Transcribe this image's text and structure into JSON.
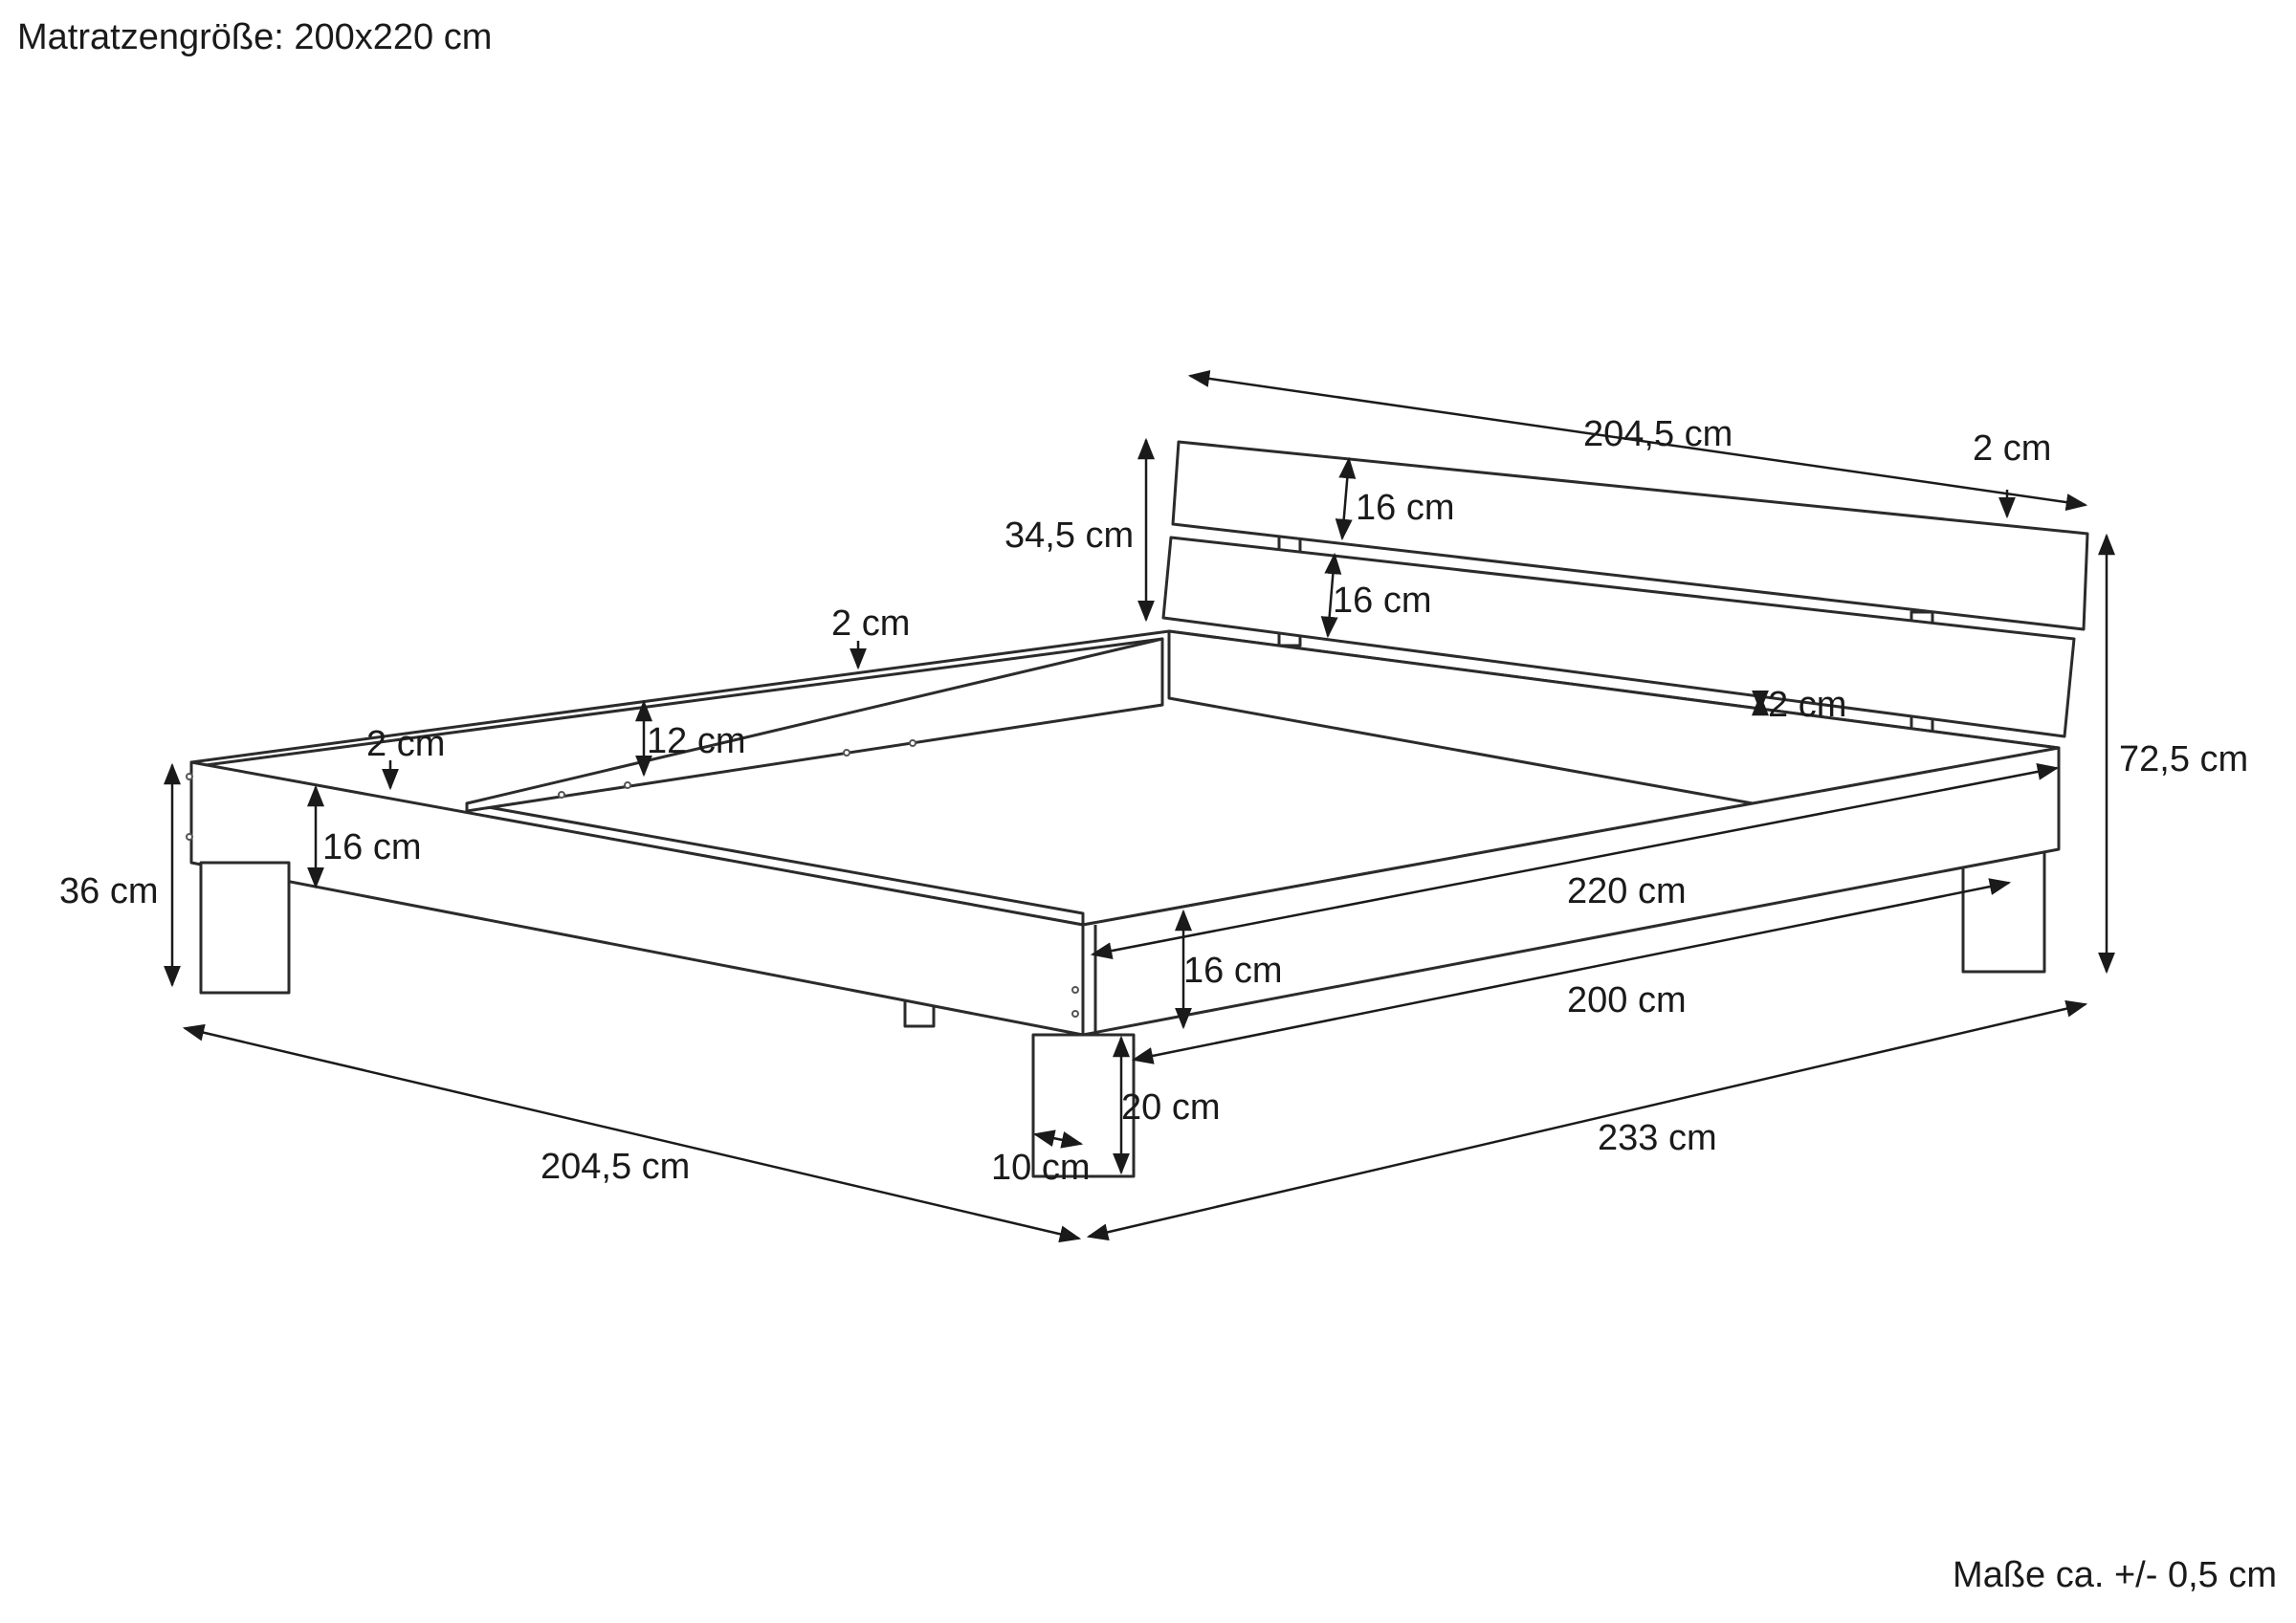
{
  "header": {
    "mattress_size": "Matratzengröße: 200x220 cm"
  },
  "footer": {
    "tolerance_note": "Maße ca. +/- 0,5 cm"
  },
  "dimensions": {
    "headboard_width": "204,5 cm",
    "headboard_thickness": "2 cm",
    "headboard_board1_height": "16 cm",
    "headboard_board2_height": "16 cm",
    "headboard_gap": "2 cm",
    "headboard_height": "34,5 cm",
    "total_height": "72,5 cm",
    "frame_top_thickness": "2 cm",
    "inner_rail_thickness": "2 cm",
    "inner_rail_height": "12 cm",
    "frame_front_height": "16 cm",
    "bed_height": "36 cm",
    "frame_width": "204,5 cm",
    "side_length_inner": "220 cm",
    "side_rail_height": "16 cm",
    "mattress_length": "200 cm",
    "total_length": "233 cm",
    "leg_height": "20 cm",
    "leg_width": "10 cm"
  }
}
